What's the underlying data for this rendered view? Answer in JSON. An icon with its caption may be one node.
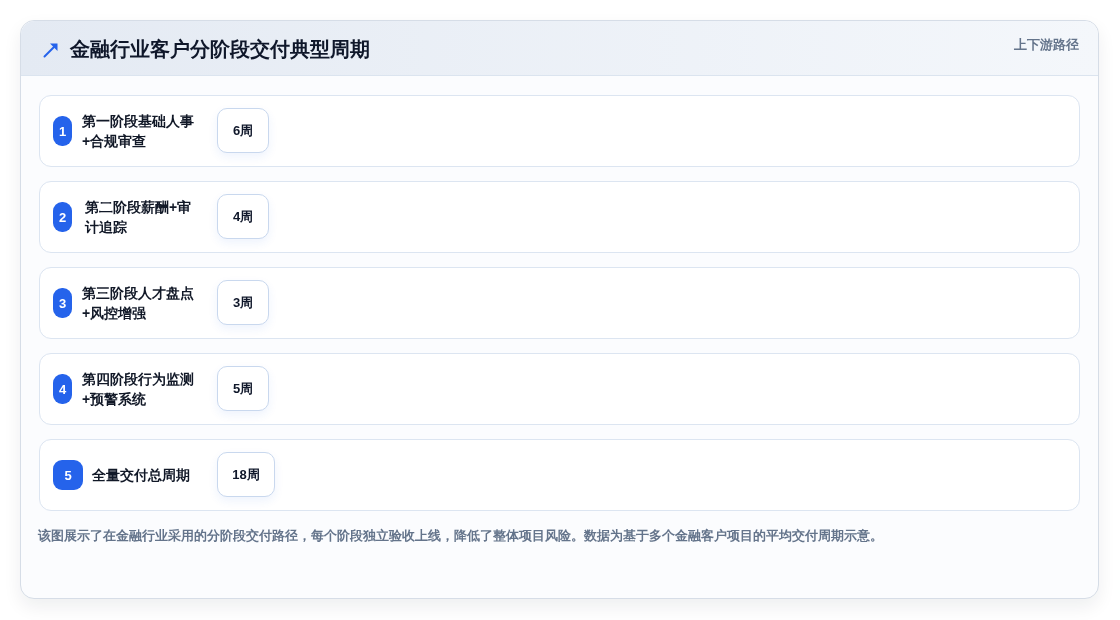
{
  "diagram": {
    "title": "金融行业客户分阶段交付典型周期",
    "caption": "该图展示了在金融行业采用的分阶段交付路径，每个阶段独立验收上线，降低了整体项目风险。数据为基于多个金融客户项目的平均交付周期示意。",
    "nodes": [
      {
        "text": [
          "第一阶段基础人事+合规审查"
        ]
      },
      {
        "text": [
          "1"
        ],
        "in": 0
      },
      {
        "text": [
          "6周"
        ],
        "in": 0
      },
      {
        "text": [
          "第二阶段薪酬+审计追踪"
        ]
      },
      {
        "text": [
          "2"
        ],
        "in": 3
      },
      {
        "text": [
          "4周"
        ],
        "in": 3
      },
      {
        "text": [
          "第三阶段人才盘点+风控增强"
        ]
      },
      {
        "text": [
          "3"
        ],
        "in": 6
      },
      {
        "text": [
          "3周"
        ],
        "in": 6
      },
      {
        "text": [
          "第四阶段行为监测+预警系统"
        ]
      },
      {
        "text": [
          "4"
        ],
        "in": 9
      },
      {
        "text": [
          "5周"
        ],
        "in": 9
      },
      {
        "text": [
          "全量交付总周期"
        ]
      },
      {
        "text": [
          "5"
        ],
        "in": 12
      },
      {
        "text": [
          "18周"
        ],
        "in": 12
      }
    ],
    "labels": [
      "上下游路径"
    ]
  }
}
